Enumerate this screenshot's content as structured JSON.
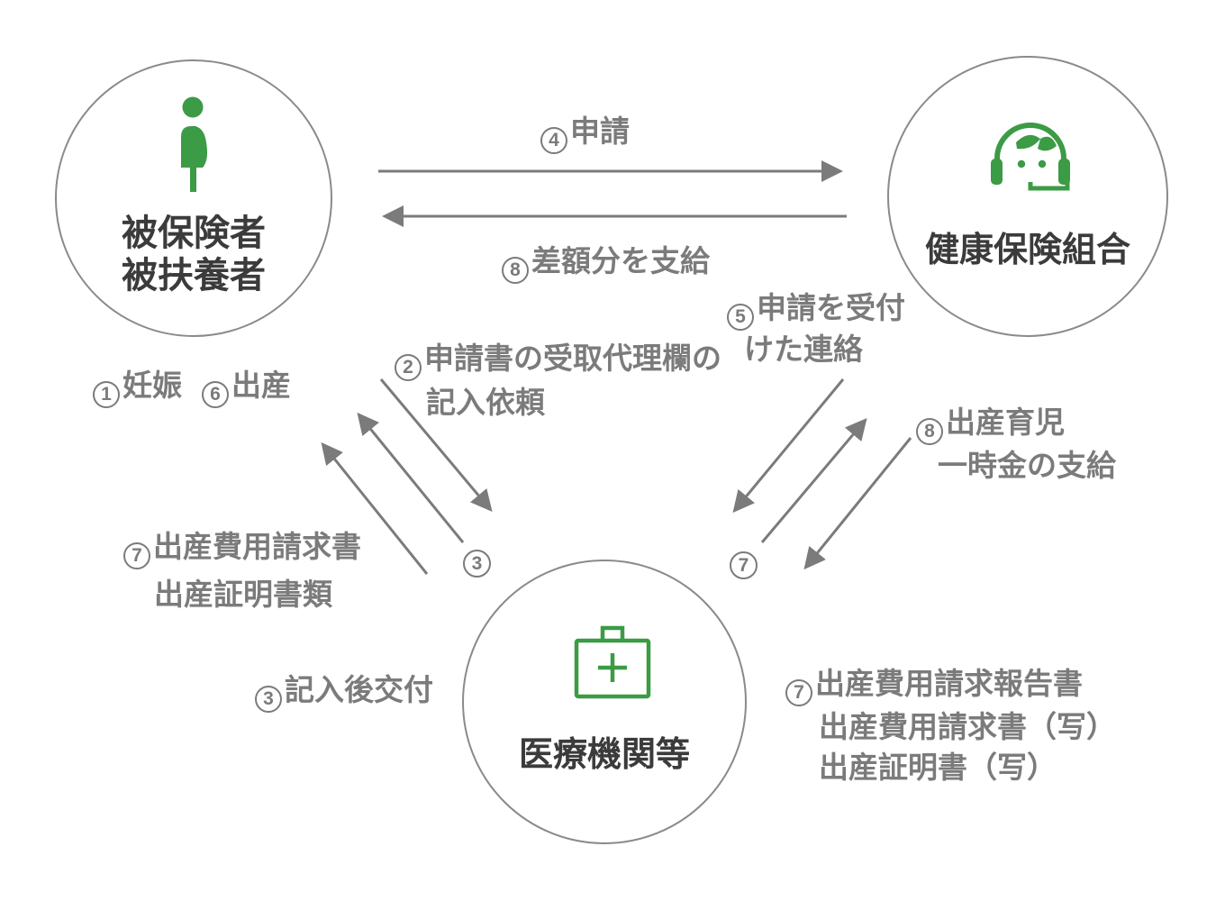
{
  "colors": {
    "green": "#3c9b45",
    "label_gray": "#7b7b7b",
    "title_dark": "#3b3b3b",
    "circle_stroke": "#8a8a8a"
  },
  "nodes": {
    "insured": {
      "line1": "被保険者",
      "line2": "被扶養者",
      "icon": "pregnant-person-icon"
    },
    "insurer": {
      "title": "健康保険組合",
      "icon": "operator-headset-icon"
    },
    "medical": {
      "title": "医療機関等",
      "icon": "medical-bag-icon"
    }
  },
  "labels": {
    "step4": {
      "num": "4",
      "text": "申請"
    },
    "step8_top": {
      "num": "8",
      "text": "差額分を支給"
    },
    "step1": {
      "num": "1",
      "text": "妊娠"
    },
    "step6": {
      "num": "6",
      "text": "出産"
    },
    "step2": {
      "num": "2",
      "line1": "申請書の受取代理欄の",
      "line2": "記入依頼"
    },
    "step7_left": {
      "num": "7",
      "line1": "出産費用請求書",
      "line2": "出産証明書類"
    },
    "mark3": {
      "num": "3"
    },
    "step3": {
      "num": "3",
      "text": "記入後交付"
    },
    "step5": {
      "num": "5",
      "line1": "申請を受付",
      "line2": "けた連絡"
    },
    "step8_right": {
      "num": "8",
      "line1": "出産育児",
      "line2": "一時金の支給"
    },
    "mark7": {
      "num": "7"
    },
    "step7_right": {
      "num": "7",
      "line1": "出産費用請求報告書",
      "line2": "出産費用請求書（写）",
      "line3": "出産証明書（写）"
    }
  }
}
